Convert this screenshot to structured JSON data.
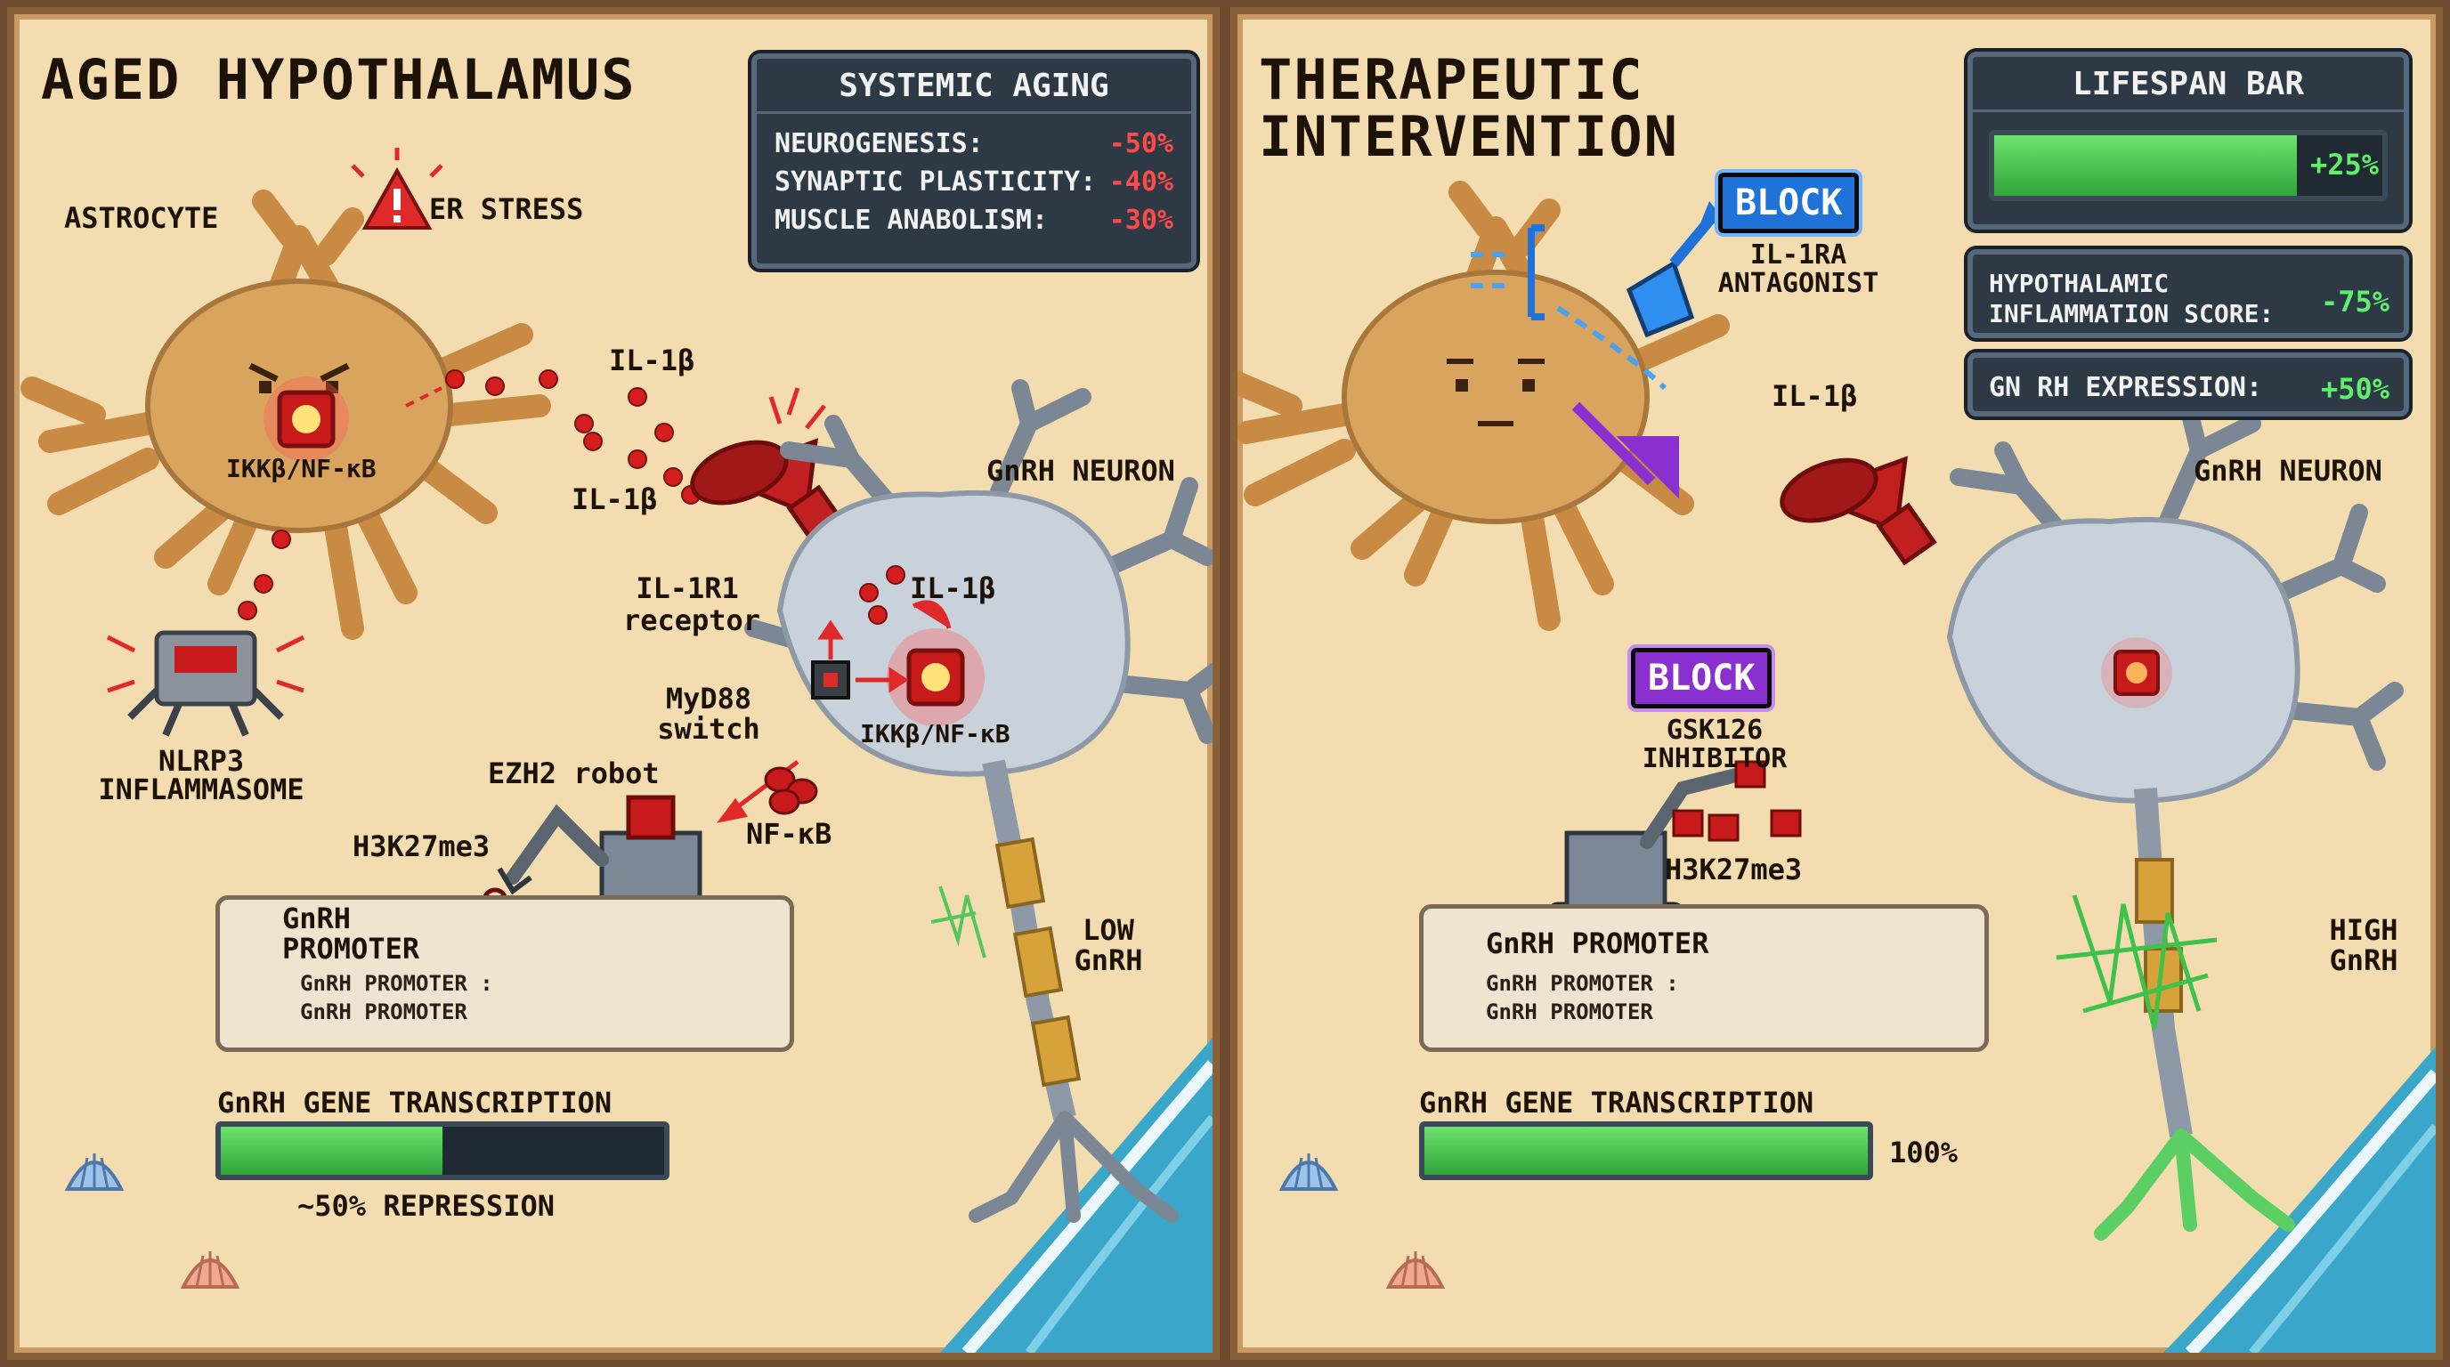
{
  "left": {
    "title": "AGED HYPOTHALAMUS",
    "stats": {
      "header": "SYSTEMIC AGING",
      "rows": [
        {
          "label": "NEUROGENESIS:",
          "value": "-50%"
        },
        {
          "label": "SYNAPTIC PLASTICITY:",
          "value": "-40%"
        },
        {
          "label": "MUSCLE ANABOLISM:",
          "value": "-30%"
        }
      ]
    },
    "labels": {
      "astrocyte": "ASTROCYTE",
      "er_stress": "ER STRESS",
      "il1b_1": "IL-1β",
      "il1b_2": "IL-1β",
      "il1b_3": "IL-1β",
      "ikk_astro": "IKKβ/NF-κB",
      "ikk_neuron": "IKKβ/NF-κB",
      "gnrh_neuron": "GnRH NEURON",
      "il1r1": "IL-1R1",
      "receptor": "receptor",
      "myd88": "MyD88",
      "switch": "switch",
      "nlrp3": "NLRP3",
      "inflammasome": "INFLAMMASOME",
      "ezh2": "EZH2 robot",
      "h3k27me3": "H3K27me3",
      "nfkb": "NF-κB",
      "low": "LOW",
      "low_gnrh": "GnRH",
      "promoter_title_1": "GnRH",
      "promoter_title_2": "PROMOTER",
      "promoter_line1": "GnRH PROMOTER :",
      "promoter_line2": "GnRH PROMOTER"
    },
    "transcription": {
      "label": "GnRH GENE TRANSCRIPTION",
      "level": 0.5,
      "caption": "~50% REPRESSION"
    }
  },
  "right": {
    "title_1": "THERAPEUTIC",
    "title_2": "INTERVENTION",
    "lifespan": {
      "header": "LIFESPAN BAR",
      "value": "+25%",
      "level": 0.78
    },
    "inflammation": {
      "label_1": "HYPOTHALAMIC",
      "label_2": "INFLAMMATION SCORE:",
      "value": "-75%"
    },
    "gnrh_expr": {
      "label": "GN RH EXPRESSION:",
      "value": "+50%"
    },
    "labels": {
      "block1": "BLOCK",
      "antagonist_1": "IL-1RA",
      "antagonist_2": "ANTAGONIST",
      "il1b": "IL-1β",
      "gnrh_neuron": "GnRH NEURON",
      "block2": "BLOCK",
      "gsk_1": "GSK126",
      "gsk_2": "INHIBITOR",
      "h3k27me3": "H3K27me3",
      "high": "HIGH",
      "high_gnrh": "GnRH",
      "promoter_title": "GnRH PROMOTER",
      "promoter_line1": "GnRH PROMOTER :",
      "promoter_line2": "GnRH PROMOTER"
    },
    "transcription": {
      "label": "GnRH GENE TRANSCRIPTION",
      "level": 1.0,
      "value": "100%"
    }
  },
  "colors": {
    "sand": "#f3ddb0",
    "astrocyte": "#d9a45e",
    "neuron": "#c9d1da",
    "inflammation_red": "#e02a2a",
    "green": "#3ec24a",
    "block_blue": "#1e72d8",
    "block_purple": "#8a2fd0",
    "ocean": "#3aa6c9"
  }
}
